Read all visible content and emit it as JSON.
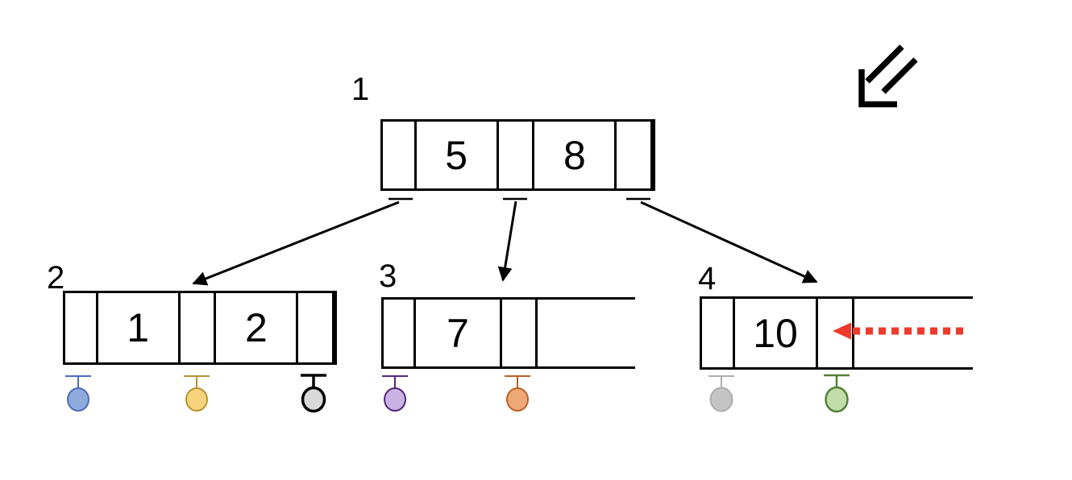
{
  "diagram": {
    "kind": "b-tree-insert",
    "nodes": {
      "n1": {
        "label": "1",
        "keys": [
          "5",
          "8"
        ]
      },
      "n2": {
        "label": "2",
        "keys": [
          "1",
          "2"
        ]
      },
      "n3": {
        "label": "3",
        "keys": [
          "7"
        ]
      },
      "n4": {
        "label": "4",
        "keys": [
          "10"
        ]
      }
    },
    "pins": {
      "blue": {
        "fill": "#8FAADC",
        "stroke": "#4A6BBF"
      },
      "gold": {
        "fill": "#F8D37E",
        "stroke": "#B8922F"
      },
      "black": {
        "fill": "#D9D9D9",
        "stroke": "#000000"
      },
      "purple": {
        "fill": "#C9B3E4",
        "stroke": "#54257A"
      },
      "orange": {
        "fill": "#EFA877",
        "stroke": "#BB5F22"
      },
      "gray": {
        "fill": "#C5C5C5",
        "stroke": "#ADADAD"
      },
      "green": {
        "fill": "#C2DDA9",
        "stroke": "#538135"
      }
    },
    "colors": {
      "line": "#000000",
      "highlight": "#EE3A2C"
    }
  }
}
